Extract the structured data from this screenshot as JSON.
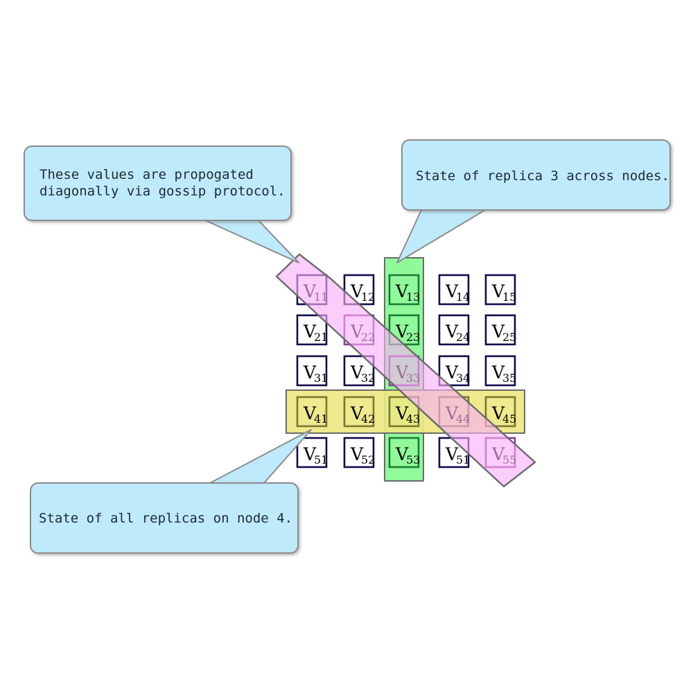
{
  "diagram": {
    "title": "Replica state grid with highlighted row, column and diagonal",
    "colors": {
      "cell_fill": "#ffffff",
      "cell_border": "#120a4a",
      "cell_border_highlight_green": "#1f7a35",
      "cell_border_highlight_yellow": "#7e7433",
      "cell_border_highlight_pink": "#8e3a96",
      "band_green": "#90fa9a",
      "band_yellow": "#ede883",
      "band_pink": "#f9aef9",
      "band_stroke": "#6b6b6b",
      "callout_fill": "#bfeafb",
      "callout_stroke": "#8c8c8c",
      "callout_text": "#1c2a33"
    }
  },
  "grid": {
    "rows": [
      {
        "row_index": 1,
        "cells": [
          {
            "base": "V",
            "sub": "11",
            "highlight": "pink"
          },
          {
            "base": "V",
            "sub": "12",
            "highlight": "none"
          },
          {
            "base": "V",
            "sub": "13",
            "highlight": "green"
          },
          {
            "base": "V",
            "sub": "14",
            "highlight": "none"
          },
          {
            "base": "V",
            "sub": "15",
            "highlight": "none"
          }
        ]
      },
      {
        "row_index": 2,
        "cells": [
          {
            "base": "V",
            "sub": "21",
            "highlight": "none"
          },
          {
            "base": "V",
            "sub": "22",
            "highlight": "pink"
          },
          {
            "base": "V",
            "sub": "23",
            "highlight": "green"
          },
          {
            "base": "V",
            "sub": "24",
            "highlight": "none"
          },
          {
            "base": "V",
            "sub": "25",
            "highlight": "none"
          }
        ]
      },
      {
        "row_index": 3,
        "cells": [
          {
            "base": "V",
            "sub": "31",
            "highlight": "none"
          },
          {
            "base": "V",
            "sub": "32",
            "highlight": "none"
          },
          {
            "base": "V",
            "sub": "33",
            "highlight": "pink"
          },
          {
            "base": "V",
            "sub": "34",
            "highlight": "none"
          },
          {
            "base": "V",
            "sub": "35",
            "highlight": "none"
          }
        ]
      },
      {
        "row_index": 4,
        "cells": [
          {
            "base": "V",
            "sub": "41",
            "highlight": "yellow"
          },
          {
            "base": "V",
            "sub": "42",
            "highlight": "yellow"
          },
          {
            "base": "V",
            "sub": "43",
            "highlight": "yellow"
          },
          {
            "base": "V",
            "sub": "44",
            "highlight": "pink"
          },
          {
            "base": "V",
            "sub": "45",
            "highlight": "yellow"
          }
        ]
      },
      {
        "row_index": 5,
        "cells": [
          {
            "base": "V",
            "sub": "51",
            "highlight": "none"
          },
          {
            "base": "V",
            "sub": "52",
            "highlight": "none"
          },
          {
            "base": "V",
            "sub": "53",
            "highlight": "green"
          },
          {
            "base": "V",
            "sub": "51",
            "highlight": "none"
          },
          {
            "base": "V",
            "sub": "55",
            "highlight": "pink"
          }
        ]
      }
    ]
  },
  "highlights": {
    "column_band": {
      "name": "replica-3-column",
      "color": "#90fa9a"
    },
    "row_band": {
      "name": "node-4-row",
      "color": "#ede883"
    },
    "diagonal_band": {
      "name": "gossip-diagonal",
      "color": "#f9aef9"
    }
  },
  "callouts": [
    {
      "id": "gossip-callout",
      "line1": "These values are propogated",
      "line2": "diagonally via gossip protocol."
    },
    {
      "id": "replica-callout",
      "line1": "State of replica 3 across nodes.",
      "line2": ""
    },
    {
      "id": "node-callout",
      "line1": "State of all replicas on node 4.",
      "line2": ""
    }
  ]
}
